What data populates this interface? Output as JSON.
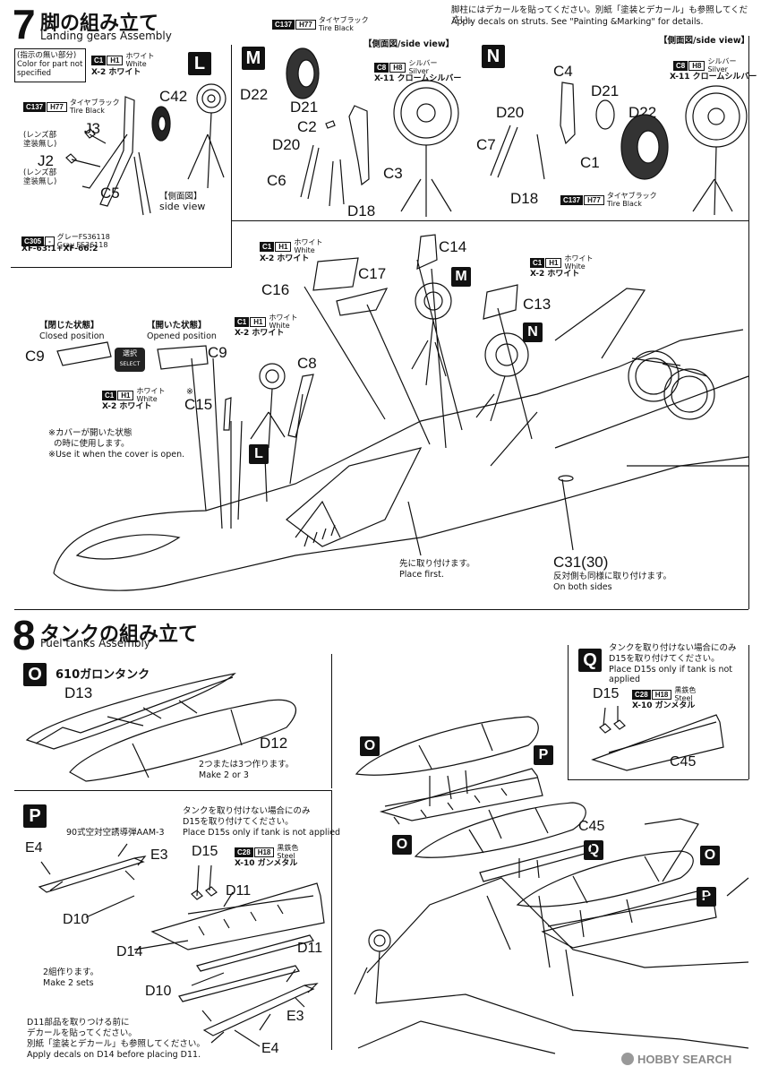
{
  "step7": {
    "number": "7",
    "title_jp": "脚の組み立て",
    "title_en": "Landing gears Assembly",
    "decal_note_jp": "脚柱にはデカールを貼ってください。別紙「塗装とデカール」も参照してください。",
    "decal_note_en": "Apply decals on struts. See \"Painting &Marking\" for details.",
    "note_box_jp": "(指示の無い部分)",
    "note_box_en1": "Color for part not",
    "note_box_en2": "specified",
    "color_default": {
      "code": "C1",
      "h": "H1",
      "jp": "ホワイト",
      "en": "White",
      "x": "X-2 ホワイト"
    },
    "sec_L": "L",
    "sec_M": "M",
    "sec_N": "N",
    "side_view_jp": "【側面図/side view】",
    "side_view_jp2": "【側面図】",
    "side_view_en": "side view",
    "tire_color": {
      "code": "C137",
      "h": "H77",
      "jp": "タイヤブラック",
      "en": "Tire Black"
    },
    "silver_color": {
      "code": "C8",
      "h": "H8",
      "jp": "シルバー",
      "en": "Silver",
      "x": "X-11 クロームシルバー"
    },
    "gray_color": {
      "code": "C305",
      "h": "-",
      "jp": "グレーFS36118",
      "en": "Gray FS36118",
      "x": "XF-63:1+XF-66:2"
    },
    "lens_note1": "(レンズ部",
    "lens_note2": "塗装無し)",
    "parts": {
      "C42": "C42",
      "J3": "J3",
      "J2": "J2",
      "C5": "C5",
      "D22": "D22",
      "D21": "D21",
      "C2": "C2",
      "D20": "D20",
      "C6": "C6",
      "C3": "C3",
      "D18": "D18",
      "C4": "C4",
      "C7": "C7",
      "C1": "C1",
      "C14": "C14",
      "C17": "C17",
      "C16": "C16",
      "C13": "C13",
      "C9": "C9",
      "C8": "C8",
      "C15": "C15",
      "C31": "C31(30)"
    },
    "closed_jp": "【閉じた状態】",
    "closed_en": "Closed position",
    "opened_jp": "【開いた状態】",
    "opened_en": "Opened position",
    "select_jp": "選択",
    "select_en": "SELECT",
    "mark": "※",
    "cover_note_jp1": "※カバーが開いた状態",
    "cover_note_jp2": "の時に使用します。",
    "cover_note_en": "※Use it when the cover is open.",
    "place_first_jp": "先に取り付けます。",
    "place_first_en": "Place first.",
    "both_sides_jp": "反対側も同様に取り付けます。",
    "both_sides_en": "On both sides"
  },
  "step8": {
    "number": "8",
    "title_jp": "タンクの組み立て",
    "title_en": "Fuel tanks Assembly",
    "sec_O": "O",
    "sec_P": "P",
    "sec_Q": "Q",
    "tank_name": "610ガロンタンク",
    "make_jp": "2つまたは3つ作ります。",
    "make_en": "Make 2 or 3",
    "notank_jp1": "タンクを取り付けない場合にのみ",
    "notank_jp2": "D15を取り付けてください。",
    "notank_en": "Place D15s only if tank is not applied",
    "steel_color": {
      "code": "C28",
      "h": "H18",
      "jp": "黒鉄色",
      "en": "Steel",
      "x": "X-10 ガンメタル"
    },
    "missile_name": "90式空対空誘導弾AAM-3",
    "sets_jp": "2組作ります。",
    "sets_en": "Make 2 sets",
    "d11_jp1": "D11部品を取りつける前に",
    "d11_jp2": "デカールを貼ってください。",
    "d11_jp3": "別紙「塗装とデカール」も参照してください。",
    "d11_en": "Apply decals on D14 before placing D11.",
    "parts": {
      "D13": "D13",
      "D12": "D12",
      "E4": "E4",
      "E3": "E3",
      "D15": "D15",
      "D11": "D11",
      "D10": "D10",
      "D14": "D14",
      "C45": "C45"
    }
  },
  "watermark": "HOBBY SEARCH"
}
